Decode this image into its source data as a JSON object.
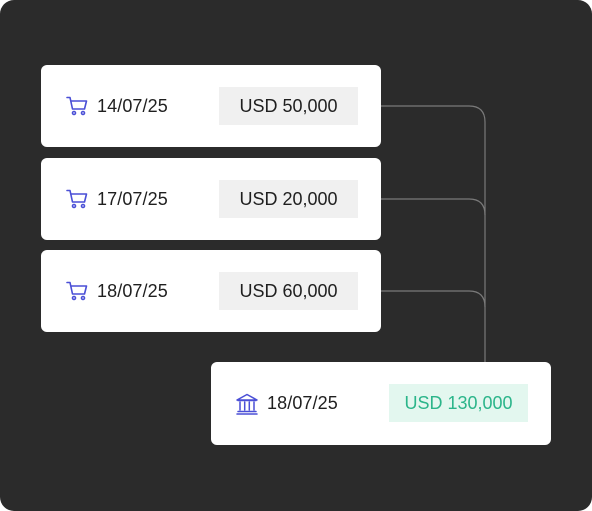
{
  "colors": {
    "background": "#2b2b2b",
    "card": "#ffffff",
    "icon_accent": "#4a4fd6",
    "amount_bg": "#f0f0f0",
    "settled_amount_bg": "#e3f7ef",
    "settled_amount_text": "#2bb58a",
    "connector": "#7a7a7a"
  },
  "payments": [
    {
      "icon": "shopping-cart-icon",
      "date": "14/07/25",
      "amount": "USD 50,000"
    },
    {
      "icon": "shopping-cart-icon",
      "date": "17/07/25",
      "amount": "USD 20,000"
    },
    {
      "icon": "shopping-cart-icon",
      "date": "18/07/25",
      "amount": "USD 60,000"
    }
  ],
  "settlement": {
    "icon": "bank-icon",
    "date": "18/07/25",
    "amount": "USD 130,000"
  }
}
